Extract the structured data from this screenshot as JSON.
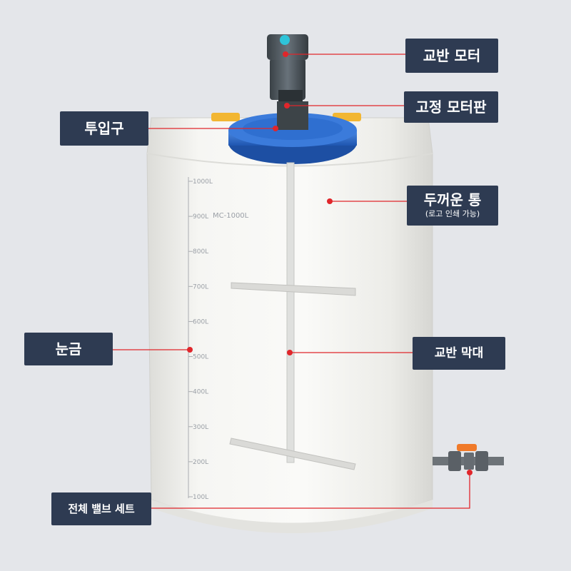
{
  "labels": {
    "motor": "교반 모터",
    "plate": "고정 모터판",
    "inlet": "투입구",
    "drum": "두꺼운 통",
    "drum_sub": "(로고 인쇄 가능)",
    "scale": "눈금",
    "rod": "교반 막대",
    "valve": "전체 밸브 세트"
  },
  "tank": {
    "model": "MC-1000L",
    "scale_marks": [
      "1000L",
      "900L",
      "800L",
      "700L",
      "600L",
      "500L",
      "400L",
      "300L",
      "200L",
      "100L"
    ]
  },
  "colors": {
    "label_bg": "#2e3b52",
    "label_text": "#ffffff",
    "leader_line": "#e0262b",
    "lid": "#2f6fd0",
    "tank_body": "#f1f1ee",
    "motor": "#4a5258",
    "valve_handle": "#f07a2a"
  },
  "icons": {
    "marker": "red-dot"
  }
}
